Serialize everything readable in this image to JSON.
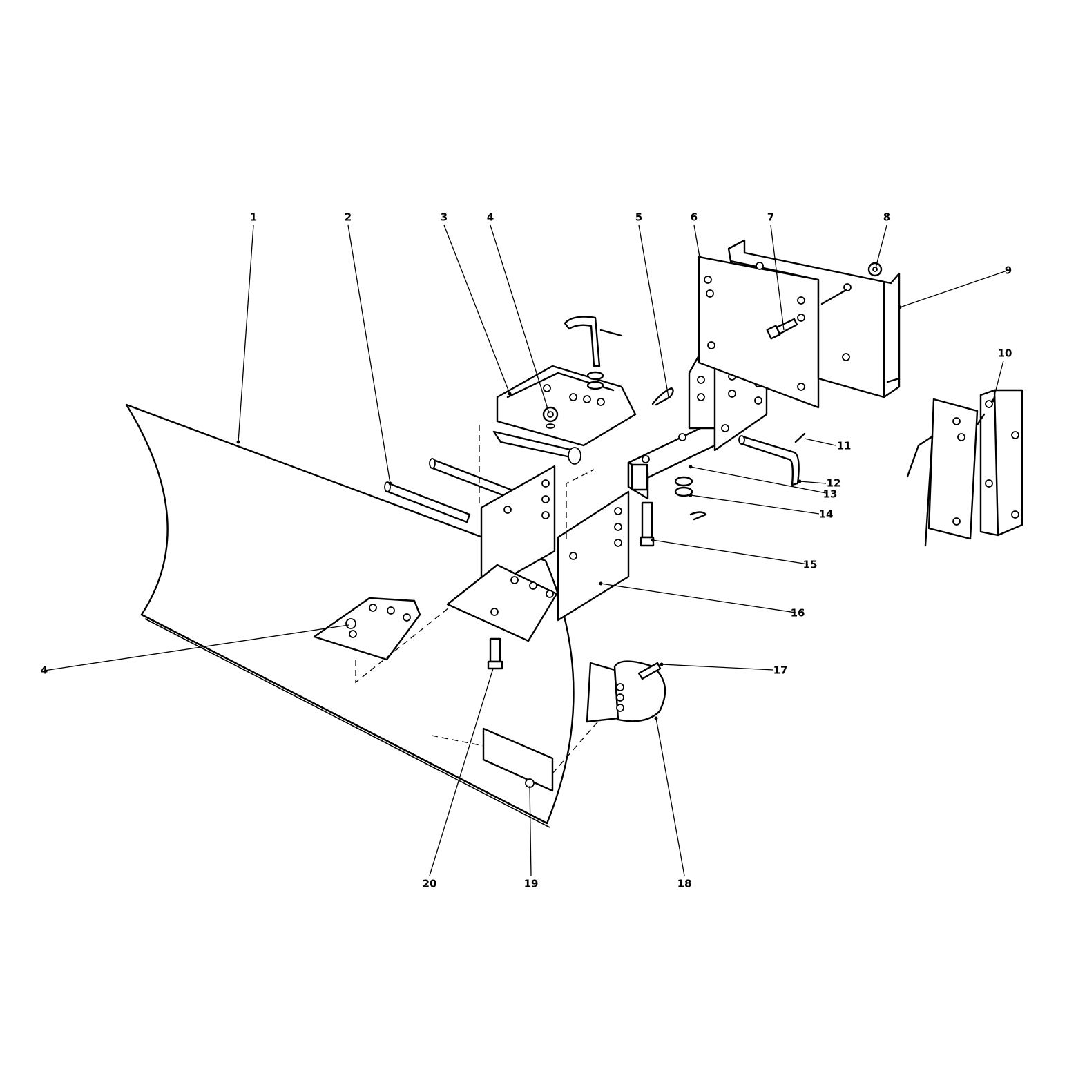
{
  "diagram": {
    "callouts": [
      "1",
      "2",
      "3",
      "4",
      "5",
      "6",
      "7",
      "8",
      "9",
      "10",
      "11",
      "12",
      "13",
      "14",
      "15",
      "16",
      "17",
      "18",
      "19",
      "20",
      "4"
    ]
  }
}
